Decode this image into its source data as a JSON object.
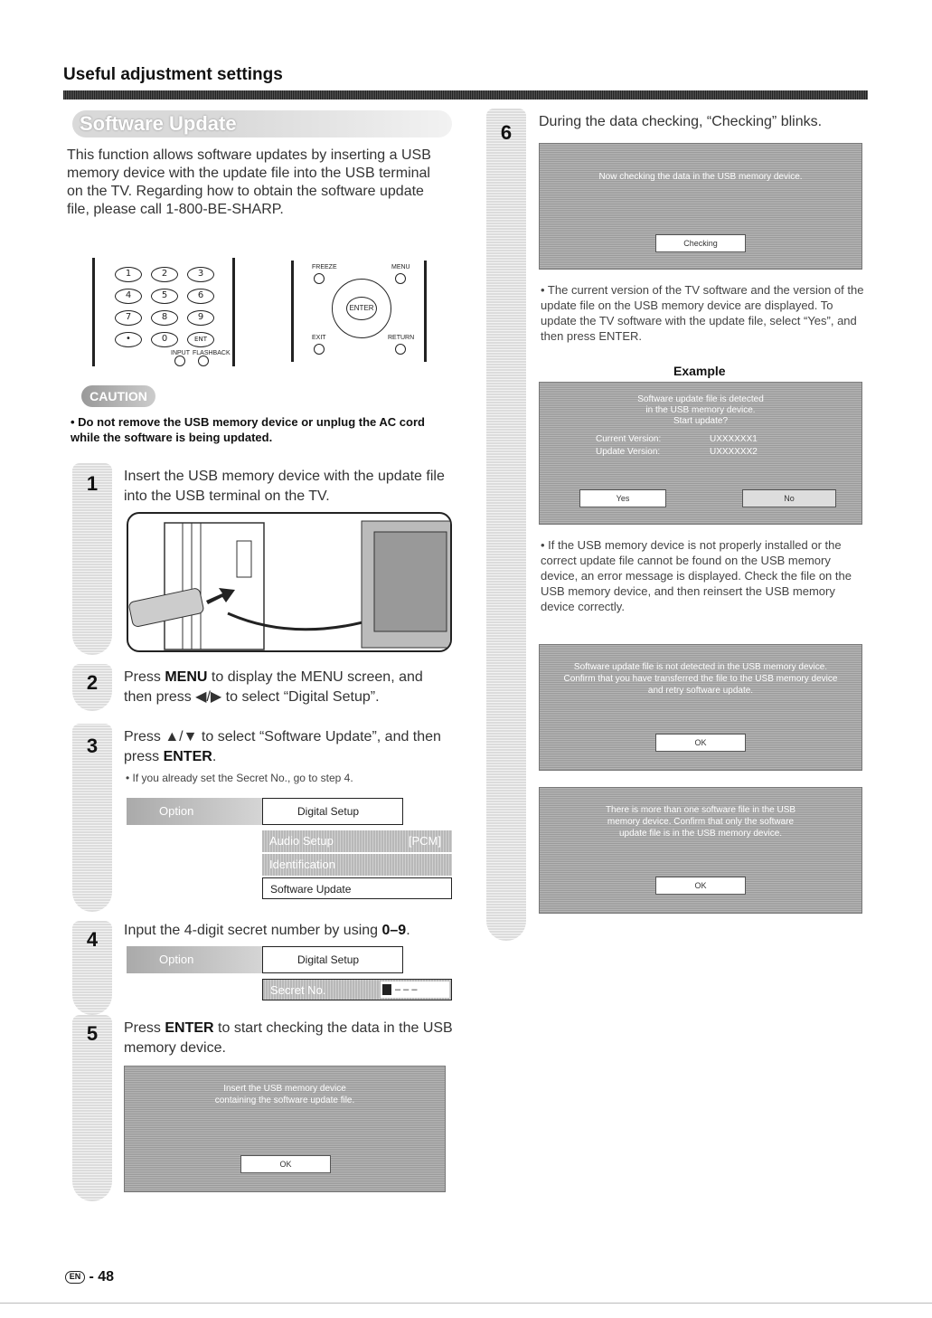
{
  "header": {
    "title": "Useful adjustment settings"
  },
  "section": {
    "title": "Software Update"
  },
  "intro": "This function allows software updates by inserting a USB memory device with the update file into the USB terminal on the TV. Regarding how to obtain the software update file, please call 1-800-BE-SHARP.",
  "remote": {
    "keys": [
      "1",
      "2",
      "3",
      "4",
      "5",
      "6",
      "7",
      "8",
      "9",
      "•",
      "0",
      "ENT"
    ],
    "label_input": "INPUT",
    "label_flashback": "FLASHBACK",
    "label_freeze": "FREEZE",
    "label_menu": "MENU",
    "label_exit": "EXIT",
    "label_return": "RETURN",
    "label_enter": "ENTER"
  },
  "caution": {
    "badge": "CAUTION",
    "text": "• Do not remove the USB memory device or unplug the AC cord while the software is being updated."
  },
  "steps": {
    "s1": {
      "num": "1",
      "text": "Insert the USB memory device with the update file into the USB terminal on the TV."
    },
    "s2": {
      "num": "2",
      "text_a": "Press ",
      "key": "MENU",
      "text_b": " to display the MENU screen, and then press ◀/▶ to select “Digital Setup”."
    },
    "s3": {
      "num": "3",
      "text_a": "Press ▲/▼ to select “Software Update”, and then press ",
      "key": "ENTER",
      "text_b": ".",
      "note": "• If you already set the Secret No., go to step 4."
    },
    "s4": {
      "num": "4",
      "text_a": "Input the 4-digit secret number by using ",
      "key": "0–9",
      "text_b": "."
    },
    "s5": {
      "num": "5",
      "text_a": "Press ",
      "key": "ENTER",
      "text_b": " to start checking the data in the USB memory device."
    },
    "s6": {
      "num": "6",
      "text": "During the data checking, “Checking” blinks."
    }
  },
  "menu1": {
    "tab": "Option",
    "box": "Digital Setup",
    "items": [
      "Audio Setup",
      "[PCM]",
      "Identification",
      "Software Update"
    ]
  },
  "menu2": {
    "tab": "Option",
    "box": "Digital Setup",
    "item": "Secret No.",
    "value": "– – –"
  },
  "screen_insert": {
    "msg": "Insert the USB memory device containing the software update file.",
    "btn": "OK"
  },
  "screen_checking": {
    "msg": "Now checking the data in the USB memory device.",
    "btn": "Checking"
  },
  "bullet1": "• The current version of the TV software and the version of the update file on the USB memory device are displayed. To update the TV software with the update file, select “Yes”, and then press ENTER.",
  "example": "Example",
  "screen_detected": {
    "msg1": "Software update file is detected",
    "msg2": "in the USB memory device.",
    "msg3": "Start update?",
    "current_label": "Current Version:",
    "current_value": "UXXXXXX1",
    "update_label": "Update Version:",
    "update_value": "UXXXXXX2",
    "yes": "Yes",
    "no": "No"
  },
  "bullet2": "• If the USB memory device is not properly installed or the correct update file cannot be found on the USB memory device, an error message is displayed. Check the file on the USB memory device, and then reinsert the USB memory device correctly.",
  "screen_notdetected": {
    "msg": "Software update file is not detected in the USB memory device. Confirm that you have transferred the file to the USB memory device and retry software update.",
    "btn": "OK"
  },
  "screen_multiple": {
    "msg": "There is more than one software file in the USB memory device. Confirm that only the software update file is in the USB memory device.",
    "btn": "OK"
  },
  "footer": {
    "lang": "EN",
    "page": "- 48"
  }
}
